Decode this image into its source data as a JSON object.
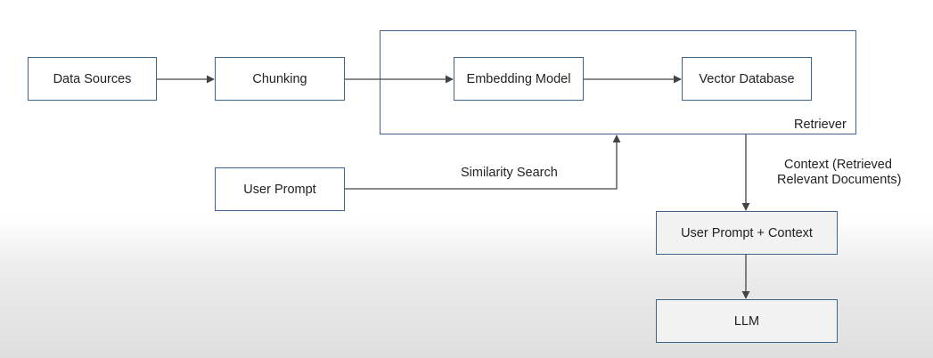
{
  "nodes": {
    "data_sources": "Data Sources",
    "chunking": "Chunking",
    "embedding_model": "Embedding Model",
    "vector_database": "Vector Database",
    "user_prompt": "User Prompt",
    "user_prompt_context": "User Prompt + Context",
    "llm": "LLM"
  },
  "group": {
    "retriever": "Retriever"
  },
  "edges": {
    "similarity_search": "Similarity Search",
    "context_line1": "Context (Retrieved",
    "context_line2": "Relevant Documents)"
  },
  "colors": {
    "border": "#3f648c",
    "arrow": "#444444"
  }
}
